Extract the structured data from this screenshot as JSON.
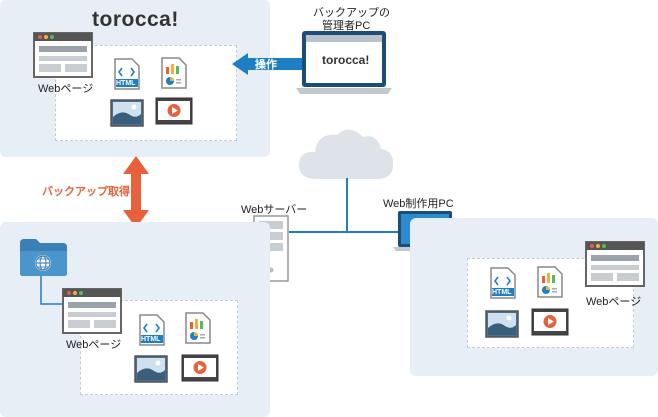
{
  "brand": {
    "logo_text": "torocca!"
  },
  "labels": {
    "webpage": "Webページ",
    "html_file": "HTML",
    "backup_pc_line1": "バックアップの",
    "backup_pc_line2": "管理者PC",
    "operation": "操作",
    "backup_retrieval": "バックアップ取得",
    "web_server": "Webサーバー",
    "web_production_pc": "Web制作用PC"
  },
  "colors": {
    "panel_bg": "#e7eef5",
    "accent_blue": "#1f7fc4",
    "arrow_orange": "#e8603c",
    "label_red": "#e8603c"
  },
  "icons": [
    "webpage-icon",
    "html-file-icon",
    "chart-file-icon",
    "image-file-icon",
    "video-file-icon",
    "laptop-icon",
    "cloud-icon",
    "server-icon",
    "folder-globe-icon"
  ]
}
